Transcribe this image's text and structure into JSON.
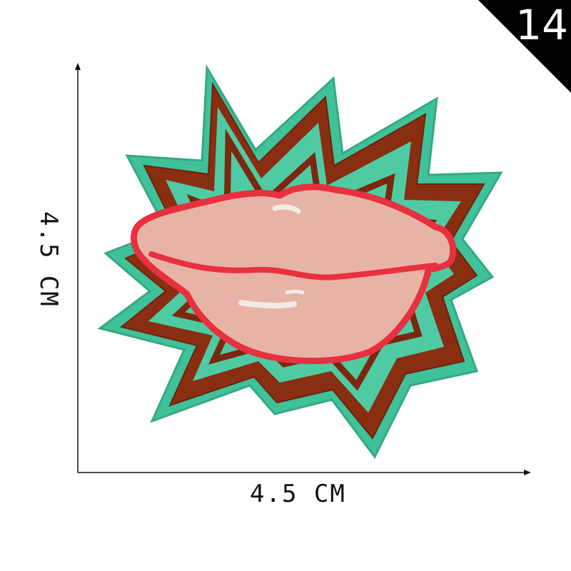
{
  "badge": {
    "number": "14",
    "background": "#000000",
    "color": "#ffffff"
  },
  "dimensions": {
    "width_label": "4.5 CM",
    "height_label": "4.5 CM"
  },
  "patch": {
    "colors": {
      "felt": "#3fc199",
      "felt_inner": "#4fcba3",
      "metallic_border": "#8a2e12",
      "lips_fill": "#e8b3a7",
      "lips_outline": "#e8303e",
      "highlight": "#f2ece6"
    }
  }
}
